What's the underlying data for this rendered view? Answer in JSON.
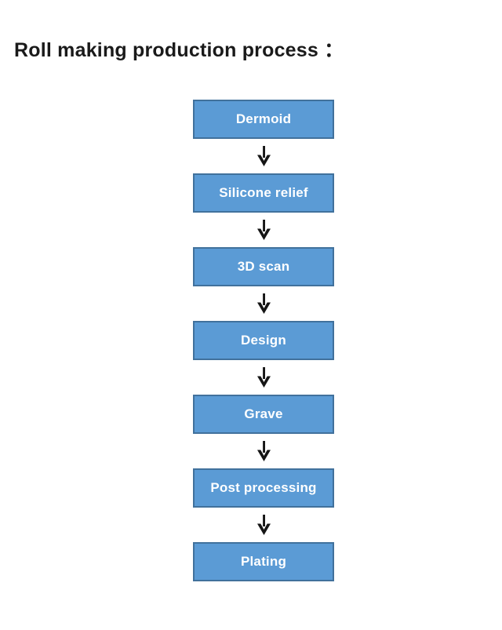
{
  "title": "Roll making production process ：",
  "flowchart": {
    "steps": [
      {
        "label": "Dermoid"
      },
      {
        "label": "Silicone relief"
      },
      {
        "label": "3D scan"
      },
      {
        "label": "Design"
      },
      {
        "label": "Grave"
      },
      {
        "label": "Post processing"
      },
      {
        "label": "Plating"
      }
    ],
    "connector_icon": "down-arrow-icon",
    "colors": {
      "background": "#FFFFFF",
      "box_fill": "#5B9BD5",
      "box_border": "#41719C",
      "box_text": "#FFFFFF",
      "arrow": "#151515",
      "title_text": "#1A1A1A"
    }
  }
}
